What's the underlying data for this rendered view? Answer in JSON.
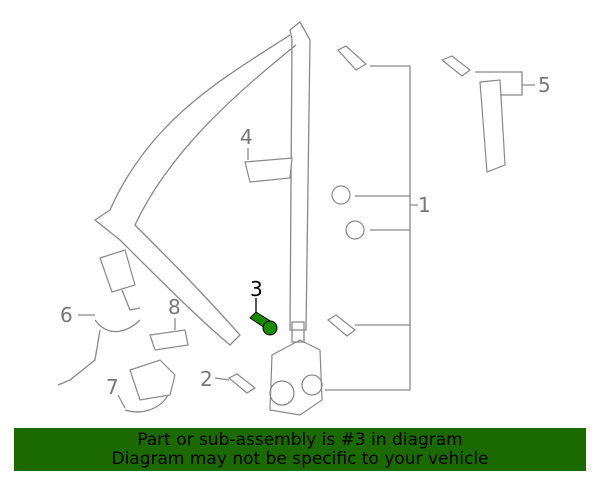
{
  "diagram": {
    "labels": [
      "1",
      "2",
      "3",
      "4",
      "5",
      "6",
      "7",
      "8"
    ],
    "highlight_color": "#1a8a00"
  },
  "banner": {
    "line1": "Part or sub-assembly is #3 in diagram",
    "line2": "Diagram may not be specific to your vehicle",
    "color": "#1a6a00"
  }
}
